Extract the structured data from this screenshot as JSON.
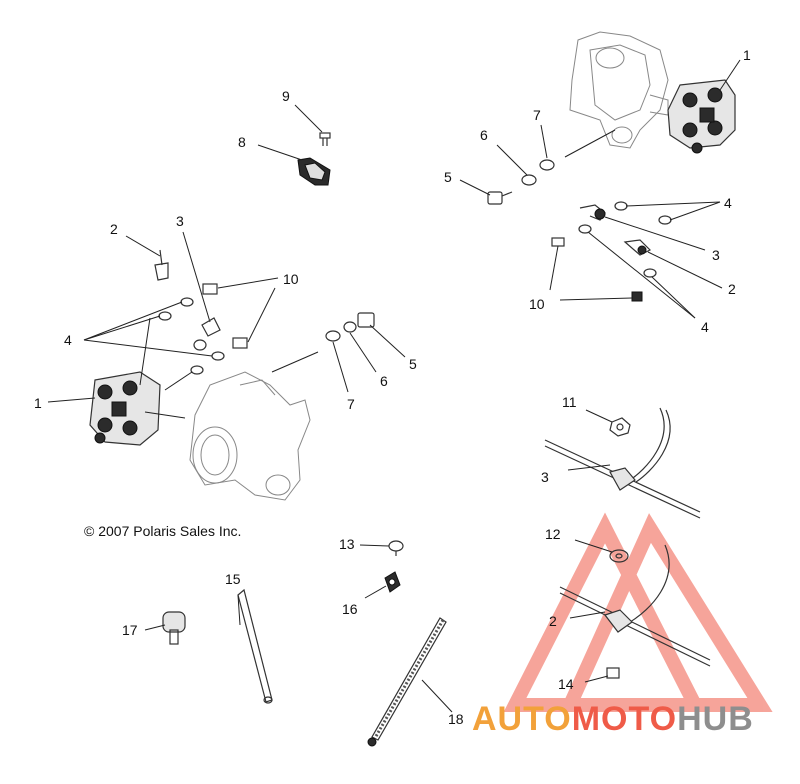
{
  "diagram": {
    "callouts": [
      {
        "id": "c1a",
        "text": "1"
      },
      {
        "id": "c1b",
        "text": "1"
      },
      {
        "id": "c2a",
        "text": "2"
      },
      {
        "id": "c2b",
        "text": "2"
      },
      {
        "id": "c2c",
        "text": "2"
      },
      {
        "id": "c3a",
        "text": "3"
      },
      {
        "id": "c3b",
        "text": "3"
      },
      {
        "id": "c3c",
        "text": "3"
      },
      {
        "id": "c4a",
        "text": "4"
      },
      {
        "id": "c4b",
        "text": "4"
      },
      {
        "id": "c4c",
        "text": "4"
      },
      {
        "id": "c5a",
        "text": "5"
      },
      {
        "id": "c5b",
        "text": "5"
      },
      {
        "id": "c6a",
        "text": "6"
      },
      {
        "id": "c6b",
        "text": "6"
      },
      {
        "id": "c7a",
        "text": "7"
      },
      {
        "id": "c7b",
        "text": "7"
      },
      {
        "id": "c8",
        "text": "8"
      },
      {
        "id": "c9",
        "text": "9"
      },
      {
        "id": "c10a",
        "text": "10"
      },
      {
        "id": "c10b",
        "text": "10"
      },
      {
        "id": "c11",
        "text": "11"
      },
      {
        "id": "c12",
        "text": "12"
      },
      {
        "id": "c13",
        "text": "13"
      },
      {
        "id": "c14",
        "text": "14"
      },
      {
        "id": "c15",
        "text": "15"
      },
      {
        "id": "c16",
        "text": "16"
      },
      {
        "id": "c17",
        "text": "17"
      },
      {
        "id": "c18",
        "text": "18"
      }
    ],
    "copyright": "© 2007 Polaris Sales Inc.",
    "watermark": {
      "part1": "AUTO",
      "part2": "MOTO",
      "part3": "HUB",
      "colors": {
        "auto": "#f2a13a",
        "moto": "#ef5b48",
        "hub": "#8e8e8e",
        "triangle": "#ef5b48"
      }
    }
  }
}
